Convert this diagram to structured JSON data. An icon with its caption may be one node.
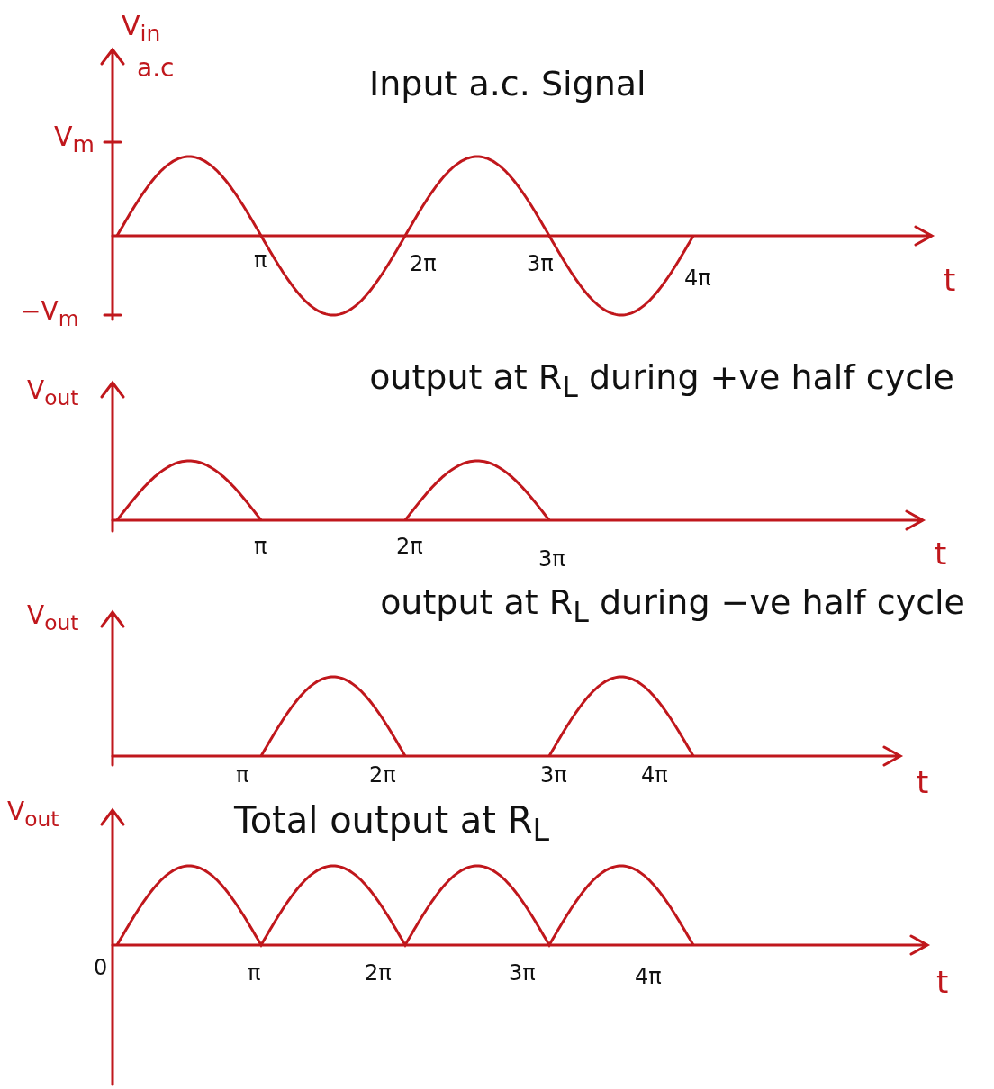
{
  "diagram": {
    "labels": [
      "V$_{in}$",
      "a.c",
      "Input a.c. Signal",
      "V$_{m}$",
      "π",
      "2π",
      "3π",
      "4π",
      "t",
      "−V$_{m}$",
      "V$_{out}$",
      "output at R$_{L}$ during +ve half cycle",
      "π",
      "2π",
      "3π",
      "t",
      "V$_{out}$",
      "output at R$_{L}$ during −ve half cycle",
      "π",
      "2π",
      "3π",
      "4π",
      "t",
      "V$_{out}$",
      "Total output at R$_{L}$",
      "0",
      "π",
      "2π",
      "3π",
      "4π",
      "t"
    ]
  }
}
